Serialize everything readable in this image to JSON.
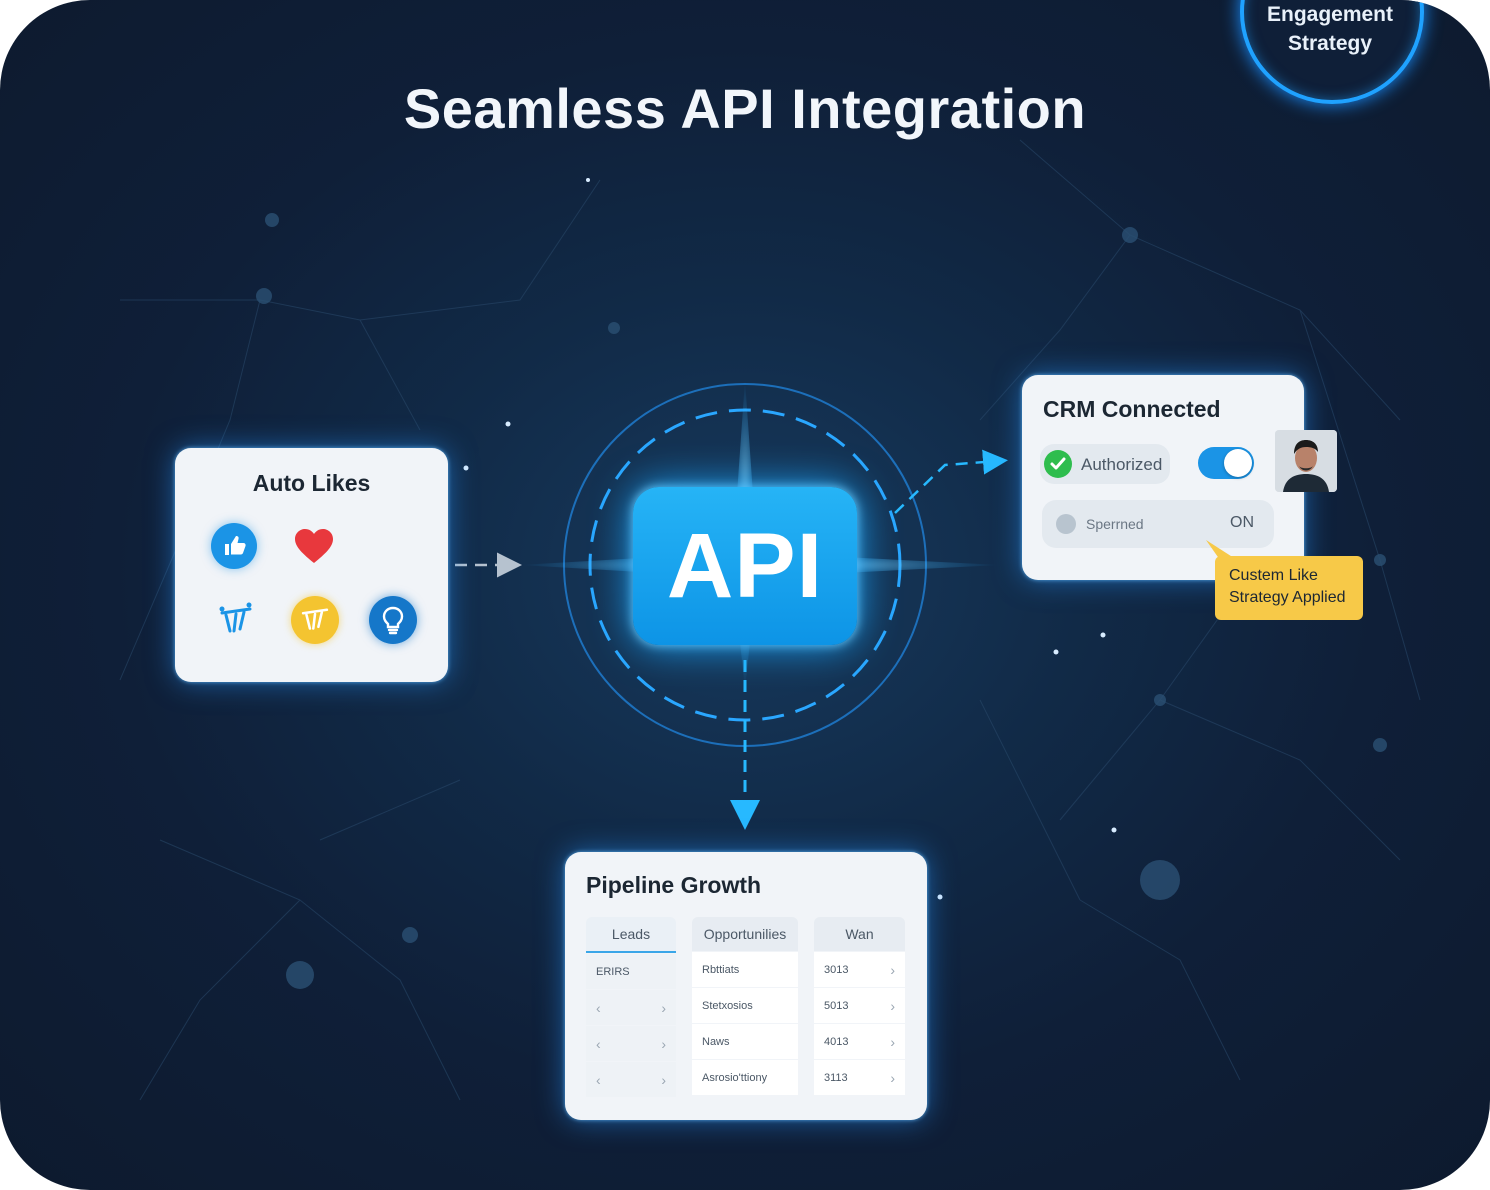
{
  "title": "Seamless API Integration",
  "badge": {
    "line1": "Engagement",
    "line2": "Strategy"
  },
  "hub": {
    "label": "API"
  },
  "auto_likes": {
    "title": "Auto Likes",
    "icons": [
      "thumbs-up-icon",
      "heart-icon",
      "celebrate-icon",
      "support-icon",
      "lightbulb-icon"
    ]
  },
  "crm": {
    "title": "CRM Connected",
    "authorized_label": "Authorized",
    "toggle_on": true,
    "status_label": "Sperrned",
    "status_value": "ON",
    "tooltip_line1": "Custem Like",
    "tooltip_line2": "Strategy Applied"
  },
  "pipeline": {
    "title": "Pipeline Growth",
    "columns": [
      {
        "header": "Leads",
        "rows": [
          "ERIRS",
          "",
          "",
          ""
        ]
      },
      {
        "header": "Opportunilies",
        "rows": [
          "Rbttiats",
          "Stetxosios",
          "Naws",
          "Asrosio'ttiony"
        ]
      },
      {
        "header": "Wan",
        "rows": [
          "3013",
          "5013",
          "4013",
          "3113"
        ]
      }
    ]
  },
  "colors": {
    "background": "#0f1f38",
    "accent": "#1fa2ff",
    "api_box": "#15a3ee",
    "tooltip": "#f7c948",
    "check": "#2ebd4e"
  }
}
